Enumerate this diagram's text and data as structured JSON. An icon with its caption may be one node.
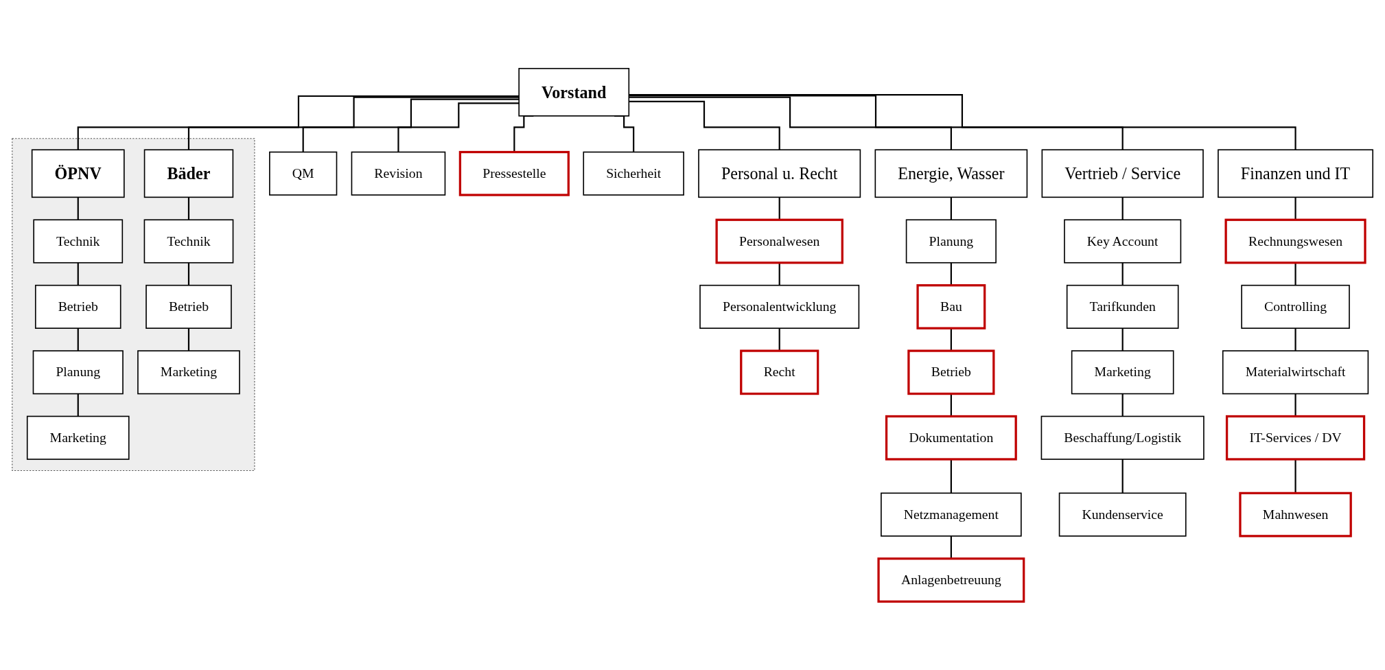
{
  "diagram": {
    "nodes": [
      {
        "text": [
          "QM"
        ]
      },
      {
        "text": [
          "Vorstand"
        ]
      },
      {
        "text": [
          "Revision"
        ]
      },
      {
        "text": [
          "Pressestelle"
        ]
      },
      {
        "text": [
          "Sicherheit"
        ]
      },
      {
        "text": [
          "Energie, Wasser"
        ]
      },
      {
        "text": [
          "Vertrieb / Service"
        ]
      },
      {
        "text": [
          "Finanzen und IT"
        ]
      },
      {
        "text": [
          "Personal u. Recht"
        ]
      },
      {
        "text": [],
        "shape": "box"
      },
      {
        "text": [
          "ÖPNV"
        ],
        "in": 9
      },
      {
        "text": [
          "Bäder"
        ],
        "in": 9
      },
      {
        "text": [
          "Planung"
        ]
      },
      {
        "text": [
          "Bau"
        ]
      },
      {
        "text": [
          "Betrieb"
        ]
      },
      {
        "text": [
          "Dokumentation"
        ]
      },
      {
        "text": [
          "Netzmanagement"
        ]
      },
      {
        "text": [
          "Anlagenbetreuung"
        ]
      },
      {
        "text": [
          "Key Account"
        ]
      },
      {
        "text": [
          "Tarifkunden"
        ]
      },
      {
        "text": [
          "Marketing"
        ]
      },
      {
        "text": [
          "Beschaffung/Logistik"
        ]
      },
      {
        "text": [
          "Kundenservice"
        ]
      },
      {
        "text": [
          "Rechnungswesen"
        ]
      },
      {
        "text": [
          "Controlling"
        ]
      },
      {
        "text": [
          "Materialwirtschaft"
        ]
      },
      {
        "text": [
          "IT-Services / DV"
        ]
      },
      {
        "text": [
          "Mahnwesen"
        ]
      },
      {
        "text": [
          "Personalwesen"
        ]
      },
      {
        "text": [
          "Personalentwicklung"
        ]
      },
      {
        "text": [
          "Recht"
        ]
      },
      {
        "text": [
          "Technik"
        ],
        "in": 9
      },
      {
        "text": [
          "Betrieb"
        ],
        "in": 9
      },
      {
        "text": [
          "Planung"
        ],
        "in": 9
      },
      {
        "text": [
          "Marketing"
        ],
        "in": 9
      },
      {
        "text": [
          "Technik"
        ],
        "in": 9
      },
      {
        "text": [
          "Betrieb"
        ],
        "in": 9
      },
      {
        "text": [
          "Marketing"
        ],
        "in": 9
      }
    ],
    "edges": [
      {
        "from": 1,
        "to": 0,
        "arrow": "none"
      },
      {
        "from": 1,
        "to": 2,
        "arrow": "none"
      },
      {
        "from": 1,
        "to": 3,
        "arrow": "none"
      },
      {
        "from": 1,
        "to": 4,
        "arrow": "none"
      },
      {
        "from": 1,
        "to": 5,
        "arrow": "none"
      },
      {
        "from": 1,
        "to": 6,
        "arrow": "none"
      },
      {
        "from": 1,
        "to": 7,
        "arrow": "none"
      },
      {
        "from": 1,
        "to": 8,
        "arrow": "none"
      },
      {
        "from": 1,
        "to": 10,
        "arrow": "none"
      },
      {
        "from": 1,
        "to": 11,
        "arrow": "none"
      },
      {
        "from": 5,
        "to": 12,
        "arrow": "none"
      },
      {
        "from": 12,
        "to": 13,
        "arrow": "none"
      },
      {
        "from": 13,
        "to": 14,
        "arrow": "none"
      },
      {
        "from": 14,
        "to": 15,
        "arrow": "none"
      },
      {
        "from": 15,
        "to": 16,
        "arrow": "none"
      },
      {
        "from": 16,
        "to": 17,
        "arrow": "none"
      },
      {
        "from": 6,
        "to": 18,
        "arrow": "none"
      },
      {
        "from": 18,
        "to": 19,
        "arrow": "none"
      },
      {
        "from": 19,
        "to": 20,
        "arrow": "none"
      },
      {
        "from": 20,
        "to": 21,
        "arrow": "none"
      },
      {
        "from": 21,
        "to": 22,
        "arrow": "none"
      },
      {
        "from": 7,
        "to": 23,
        "arrow": "none"
      },
      {
        "from": 23,
        "to": 24,
        "arrow": "none"
      },
      {
        "from": 24,
        "to": 25,
        "arrow": "none"
      },
      {
        "from": 25,
        "to": 26,
        "arrow": "none"
      },
      {
        "from": 26,
        "to": 27,
        "arrow": "none"
      },
      {
        "from": 8,
        "to": 28,
        "arrow": "none"
      },
      {
        "from": 28,
        "to": 29,
        "arrow": "none"
      },
      {
        "from": 29,
        "to": 30,
        "arrow": "none"
      },
      {
        "from": 10,
        "to": 31,
        "arrow": "none"
      },
      {
        "from": 31,
        "to": 32,
        "arrow": "none"
      },
      {
        "from": 32,
        "to": 33,
        "arrow": "none"
      },
      {
        "from": 33,
        "to": 34,
        "arrow": "none"
      },
      {
        "from": 11,
        "to": 35,
        "arrow": "none"
      },
      {
        "from": 35,
        "to": 36,
        "arrow": "none"
      },
      {
        "from": 36,
        "to": 37,
        "arrow": "none"
      }
    ]
  }
}
